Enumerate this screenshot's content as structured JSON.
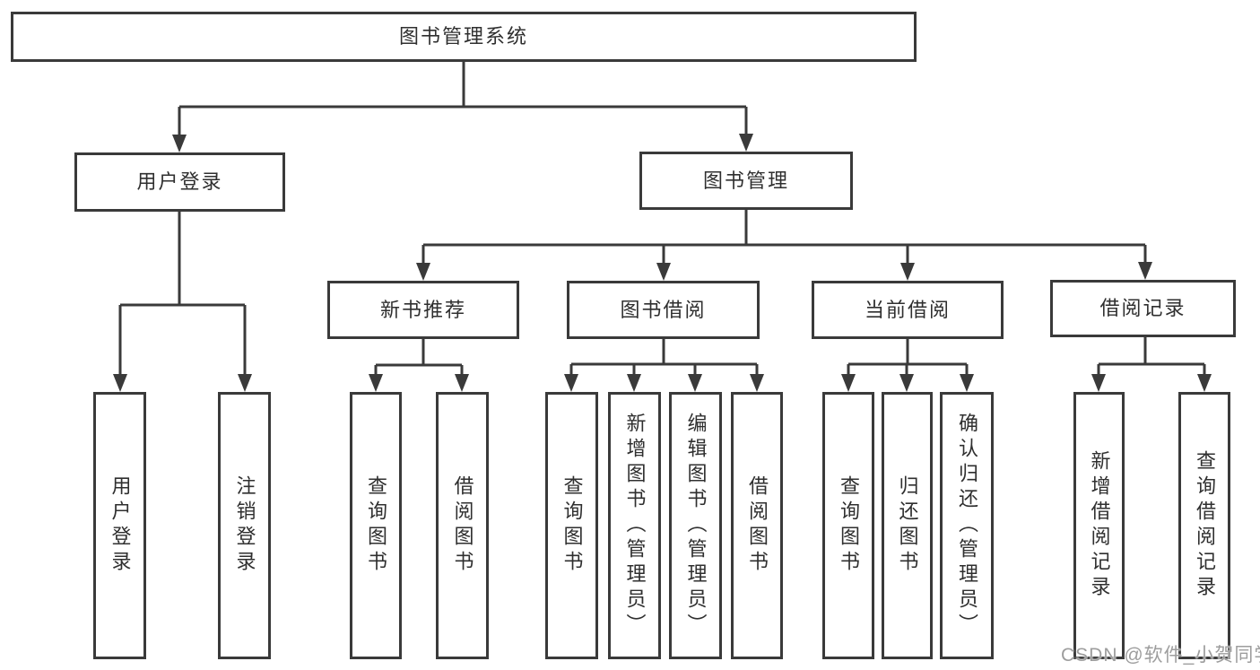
{
  "diagram": {
    "root": {
      "label": "图书管理系统",
      "children": [
        {
          "label": "用户登录",
          "children": [
            {
              "label": "用户登录"
            },
            {
              "label": "注销登录"
            }
          ]
        },
        {
          "label": "图书管理",
          "children": [
            {
              "label": "新书推荐",
              "children": [
                {
                  "label": "查询图书"
                },
                {
                  "label": "借阅图书"
                }
              ]
            },
            {
              "label": "图书借阅",
              "children": [
                {
                  "label": "查询图书"
                },
                {
                  "label": "新增图书（管理员）"
                },
                {
                  "label": "编辑图书（管理员）"
                },
                {
                  "label": "借阅图书"
                }
              ]
            },
            {
              "label": "当前借阅",
              "children": [
                {
                  "label": "查询图书"
                },
                {
                  "label": "归还图书"
                },
                {
                  "label": "确认归还（管理员）"
                }
              ]
            },
            {
              "label": "借阅记录",
              "children": [
                {
                  "label": "新增借阅记录"
                },
                {
                  "label": "查询借阅记录"
                }
              ]
            }
          ]
        }
      ]
    }
  },
  "watermark": {
    "text": "CSDN @软件_小贺同学"
  },
  "colors": {
    "line": "#3a3a3a",
    "box_border": "#3a3a3a",
    "text": "#2f2f2f",
    "background": "#ffffff",
    "watermark": "#9d9d9d"
  }
}
